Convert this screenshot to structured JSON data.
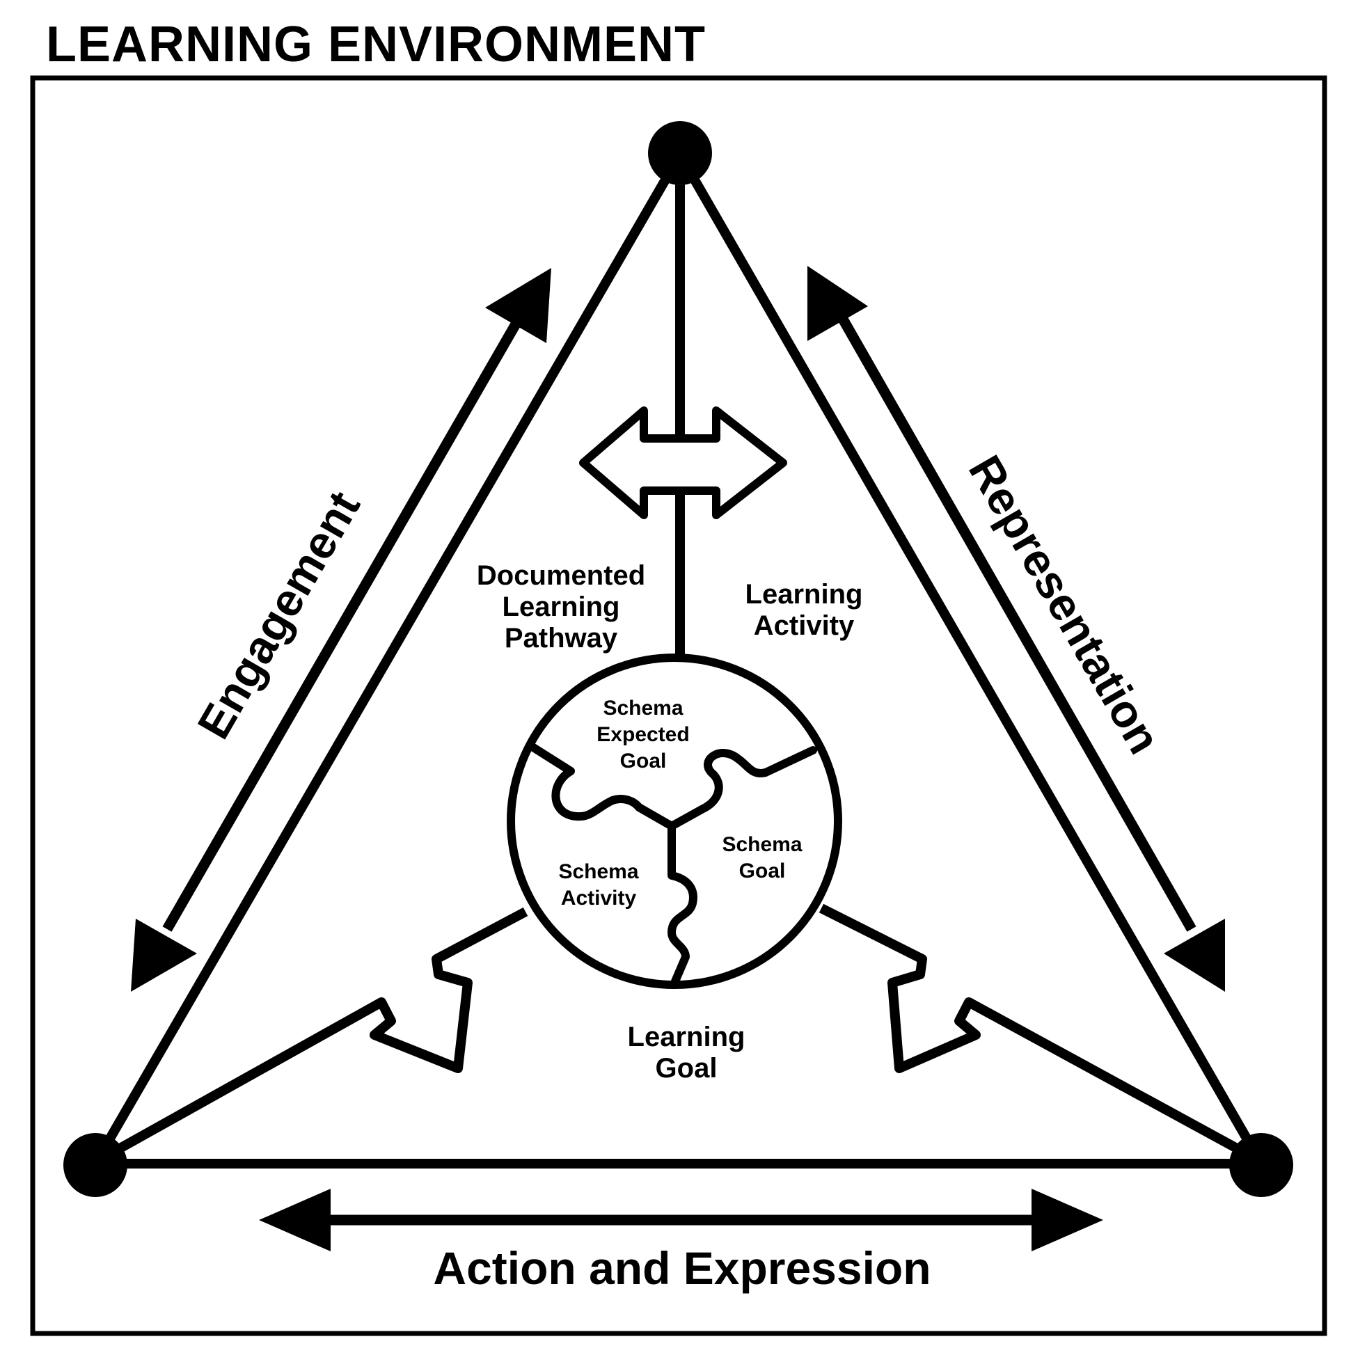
{
  "title": "LEARNING ENVIRONMENT",
  "sides": {
    "left": "Engagement",
    "right": "Representation",
    "bottom": "Action and Expression"
  },
  "labels": {
    "pathway": [
      "Documented",
      "Learning",
      "Pathway"
    ],
    "activity": [
      "Learning",
      "Activity"
    ],
    "goal": [
      "Learning",
      "Goal"
    ]
  },
  "schema": {
    "expected_goal": [
      "Schema",
      "Expected",
      "Goal"
    ],
    "goal": [
      "Schema",
      "Goal"
    ],
    "activity": [
      "Schema",
      "Activity"
    ]
  },
  "colors": {
    "ink": "#000000",
    "paper": "#ffffff"
  }
}
